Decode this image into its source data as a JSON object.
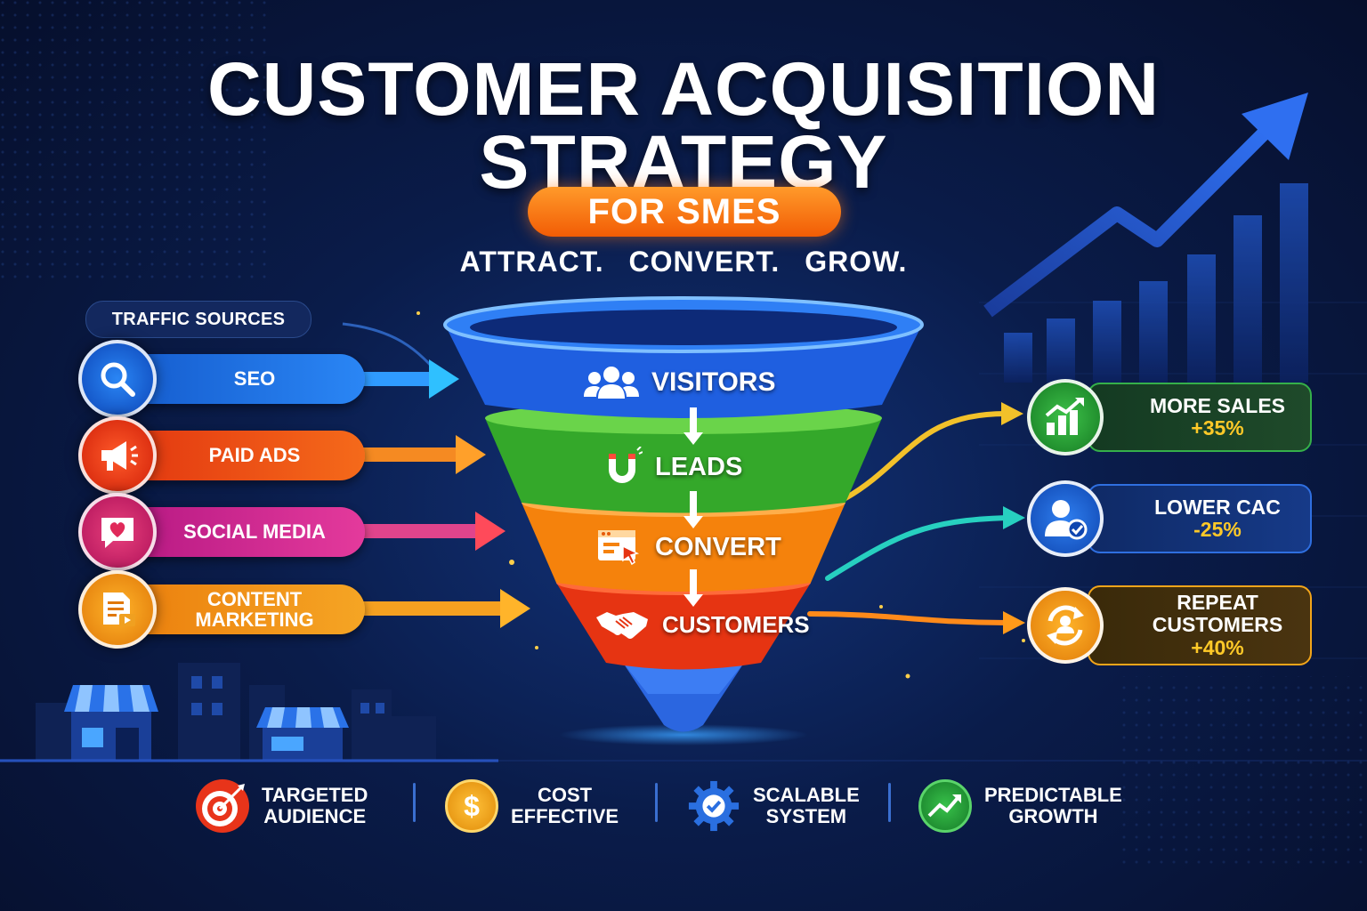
{
  "title": {
    "line1": "CUSTOMER ACQUISITION",
    "line2": "STRATEGY"
  },
  "subtitle": "FOR SMES",
  "tagline": "ATTRACT. CONVERT. GROW.",
  "traffic_header": "TRAFFIC SOURCES",
  "traffic_sources": [
    {
      "label": "SEO",
      "icon": "search-icon",
      "color": "#1a6fe8"
    },
    {
      "label": "PAID ADS",
      "icon": "megaphone-icon",
      "color": "#f0401c"
    },
    {
      "label": "SOCIAL MEDIA",
      "icon": "heart-chat-icon",
      "color": "#c4208c"
    },
    {
      "label": "CONTENT MARKETING",
      "icon": "document-video-icon",
      "color": "#f5870f"
    }
  ],
  "funnel_stages": [
    {
      "label": "VISITORS",
      "icon": "users-icon",
      "color": "#1e5fe0"
    },
    {
      "label": "LEADS",
      "icon": "magnet-icon",
      "color": "#3aa82c"
    },
    {
      "label": "CONVERT",
      "icon": "browser-cursor-icon",
      "color": "#f5820c"
    },
    {
      "label": "CUSTOMERS",
      "icon": "handshake-icon",
      "color": "#e83a16"
    }
  ],
  "results": [
    {
      "label": "MORE SALES",
      "value": "+35%",
      "icon": "bar-chart-up-icon",
      "color": "#2fa63a"
    },
    {
      "label": "LOWER CAC",
      "value": "-25%",
      "icon": "user-check-icon",
      "color": "#1f5fd8"
    },
    {
      "label": "REPEAT CUSTOMERS",
      "value": "+40%",
      "icon": "repeat-user-icon",
      "color": "#f29a12"
    }
  ],
  "benefits": [
    {
      "line1": "TARGETED",
      "line2": "AUDIENCE",
      "icon": "target-icon",
      "color": "#e8341a"
    },
    {
      "line1": "COST",
      "line2": "EFFECTIVE",
      "icon": "dollar-coin-icon",
      "color": "#f5a414"
    },
    {
      "line1": "SCALABLE",
      "line2": "SYSTEM",
      "icon": "gear-check-icon",
      "color": "#2a6fe0"
    },
    {
      "line1": "PREDICTABLE",
      "line2": "GROWTH",
      "icon": "trend-up-icon",
      "color": "#27a23c"
    }
  ]
}
